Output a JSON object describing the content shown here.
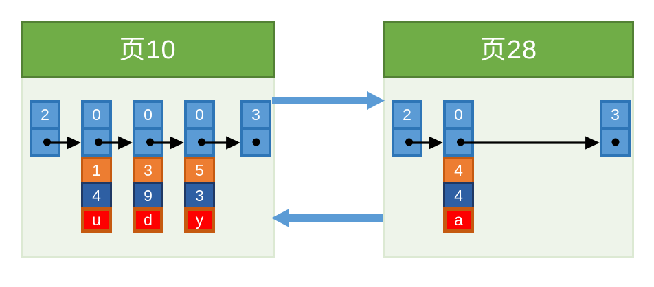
{
  "diagram": {
    "title_left": "页 10",
    "type": "linked-list-across-pages",
    "colors": {
      "header_fill": "#70ad47",
      "header_border": "#538135",
      "body_fill": "#eef4ea",
      "body_border": "#dce9d3",
      "node_fill": "#5b9bd5",
      "node_border": "#2e75b6",
      "stack_orange": "#ed7d31",
      "stack_blue": "#2e5fa3",
      "stack_red": "#fe0000",
      "stack_red_border": "#c55a11",
      "link_arrow": "#000000",
      "page_arrow": "#5b9bd5"
    }
  },
  "pages": [
    {
      "id": "page-10",
      "header_label": "页10",
      "nodes": [
        {
          "key": "2",
          "pointer": "●",
          "stack": []
        },
        {
          "key": "0",
          "pointer": "●",
          "stack": [
            "1",
            "4",
            "u"
          ]
        },
        {
          "key": "0",
          "pointer": "●",
          "stack": [
            "3",
            "9",
            "d"
          ]
        },
        {
          "key": "0",
          "pointer": "●",
          "stack": [
            "5",
            "3",
            "y"
          ]
        },
        {
          "key": "3",
          "pointer": "●",
          "stack": []
        }
      ]
    },
    {
      "id": "page-28",
      "header_label": "页28",
      "nodes": [
        {
          "key": "2",
          "pointer": "●",
          "stack": []
        },
        {
          "key": "0",
          "pointer": "●",
          "stack": [
            "4",
            "4",
            "a"
          ]
        },
        {
          "key": "3",
          "pointer": "●",
          "stack": []
        }
      ]
    }
  ],
  "page_links": [
    {
      "id": "link-forward",
      "direction": "right",
      "from": "page-10",
      "to": "page-28"
    },
    {
      "id": "link-backward",
      "direction": "left",
      "from": "page-28",
      "to": "page-10"
    }
  ]
}
